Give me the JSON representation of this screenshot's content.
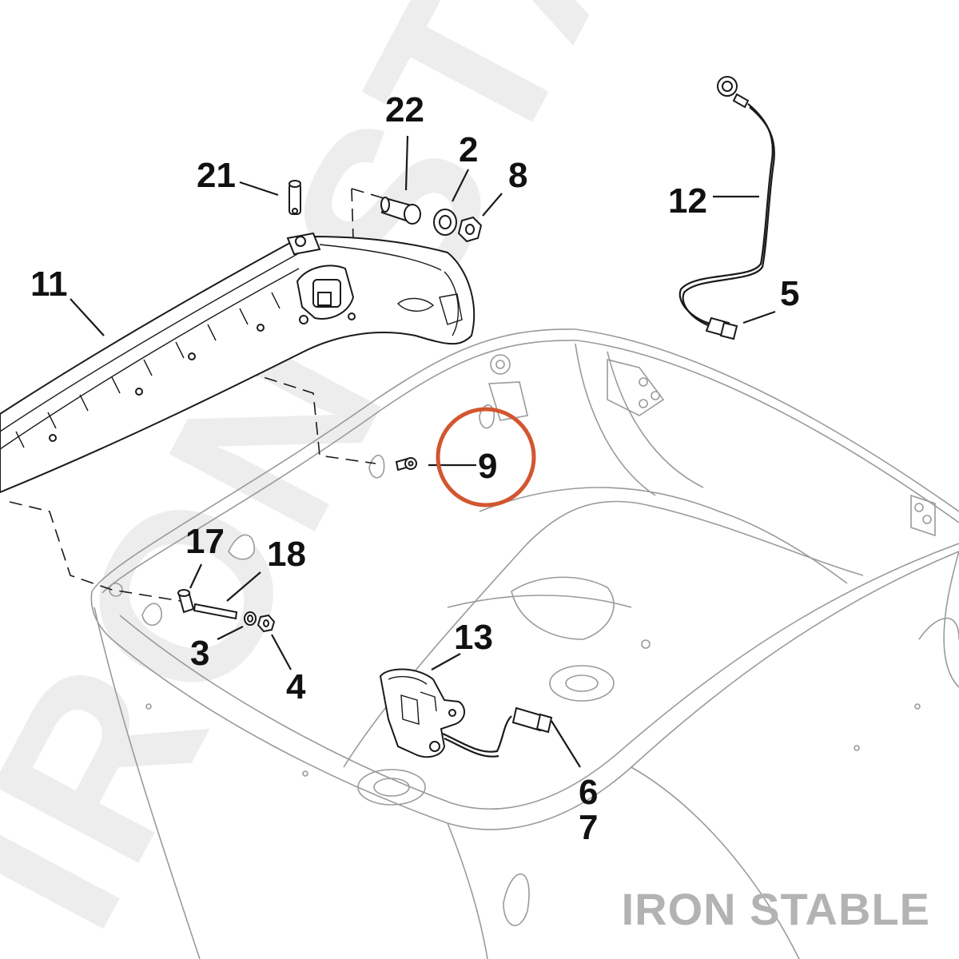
{
  "watermark_text": "IRON STABLE",
  "brand_text": "IRON STABLE",
  "highlight_color": "#d2562f",
  "callouts": {
    "c22": "22",
    "c2": "2",
    "c8": "8",
    "c21": "21",
    "c12": "12",
    "c11": "11",
    "c5": "5",
    "c9": "9",
    "c17": "17",
    "c18": "18",
    "c3": "3",
    "c4": "4",
    "c13": "13",
    "c6": "6",
    "c7": "7"
  }
}
